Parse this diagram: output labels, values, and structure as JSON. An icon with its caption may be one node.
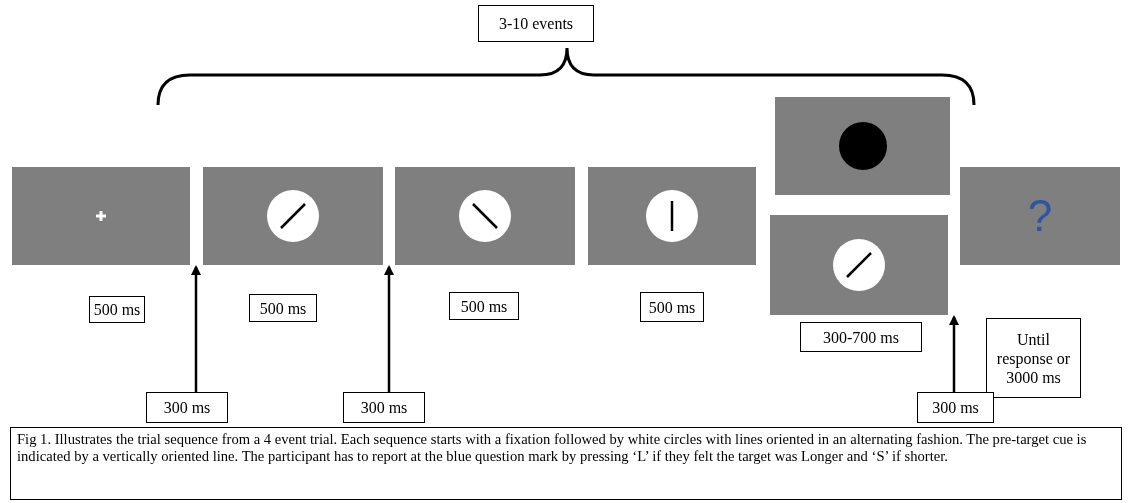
{
  "diagram": {
    "caption": "Fig 1. Illustrates the trial sequence from a 4 event trial. Each sequence starts with a fixation followed by white circles with lines oriented in an alternating fashion. The pre-target cue is indicated by a vertically oriented line. The participant has to report at the blue question mark by pressing ‘L’ if they felt the target was Longer and ‘S’ if shorter.",
    "nodes": [
      {
        "text": [
          "3-10 events"
        ]
      },
      {
        "text": [],
        "shape": "box"
      },
      {
        "text": [],
        "shape": "box"
      },
      {
        "text": [],
        "shape": "box"
      },
      {
        "text": [],
        "shape": "box"
      },
      {
        "text": [],
        "shape": "box"
      },
      {
        "text": [],
        "shape": "box"
      },
      {
        "text": [
          "?"
        ]
      },
      {
        "text": [
          "500 ms"
        ]
      },
      {
        "text": [
          "500 ms"
        ]
      },
      {
        "text": [
          "500 ms"
        ]
      },
      {
        "text": [
          "500 ms"
        ]
      },
      {
        "text": [
          "300-700 ms"
        ]
      },
      {
        "text": [
          "Until response or 3000 ms"
        ]
      },
      {
        "text": [
          "300 ms"
        ]
      },
      {
        "text": [
          "300 ms"
        ]
      },
      {
        "text": [
          "300 ms"
        ]
      }
    ],
    "edges": [
      {
        "from": 14,
        "to": 1,
        "arrow": "to"
      },
      {
        "from": 15,
        "to": 2,
        "arrow": "to"
      },
      {
        "from": 16,
        "to": 6,
        "arrow": "to"
      }
    ]
  }
}
